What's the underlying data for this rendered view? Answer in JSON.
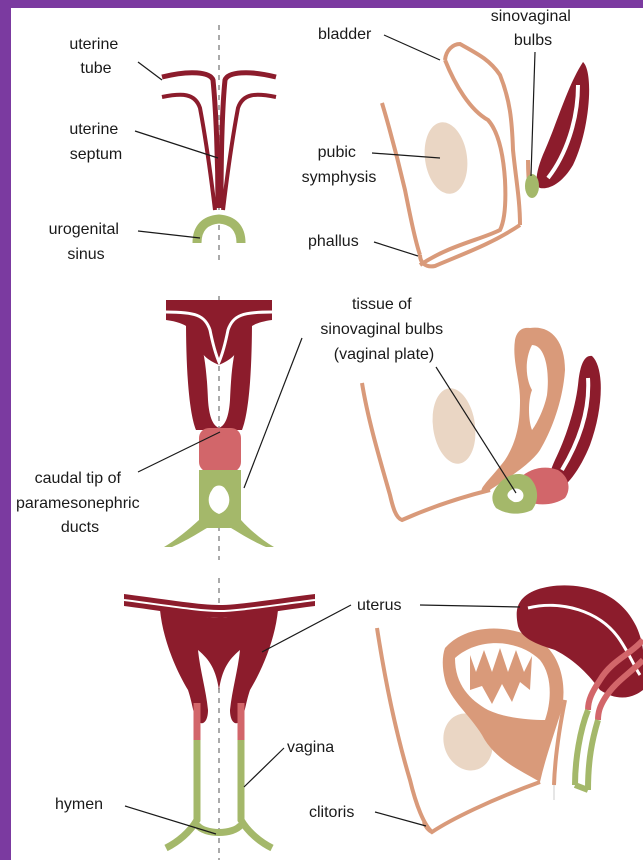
{
  "colors": {
    "frame": "#7b3aa0",
    "background": "#ffffff",
    "maroon": "#8c1c2c",
    "salmon": "#d99a7a",
    "pink": "#d2666a",
    "green": "#a4b86a",
    "bone": "#ead6c4",
    "text": "#1a1a1a"
  },
  "labels": {
    "uterine_tube": [
      "uterine",
      "tube"
    ],
    "uterine_septum": [
      "uterine",
      "septum"
    ],
    "urogenital_sinus": [
      "urogenital",
      "sinus"
    ],
    "bladder": "bladder",
    "sinovaginal_bulbs": [
      "sinovaginal",
      "bulbs"
    ],
    "pubic_symphysis": [
      "pubic",
      "symphysis"
    ],
    "phallus": "phallus",
    "tissue_sinovaginal": [
      "tissue of",
      "sinovaginal bulbs",
      "(vaginal plate)"
    ],
    "caudal_tip": [
      "caudal tip of",
      "paramesonephric",
      "ducts"
    ],
    "uterus": "uterus",
    "vagina": "vagina",
    "hymen": "hymen",
    "clitoris": "clitoris"
  }
}
